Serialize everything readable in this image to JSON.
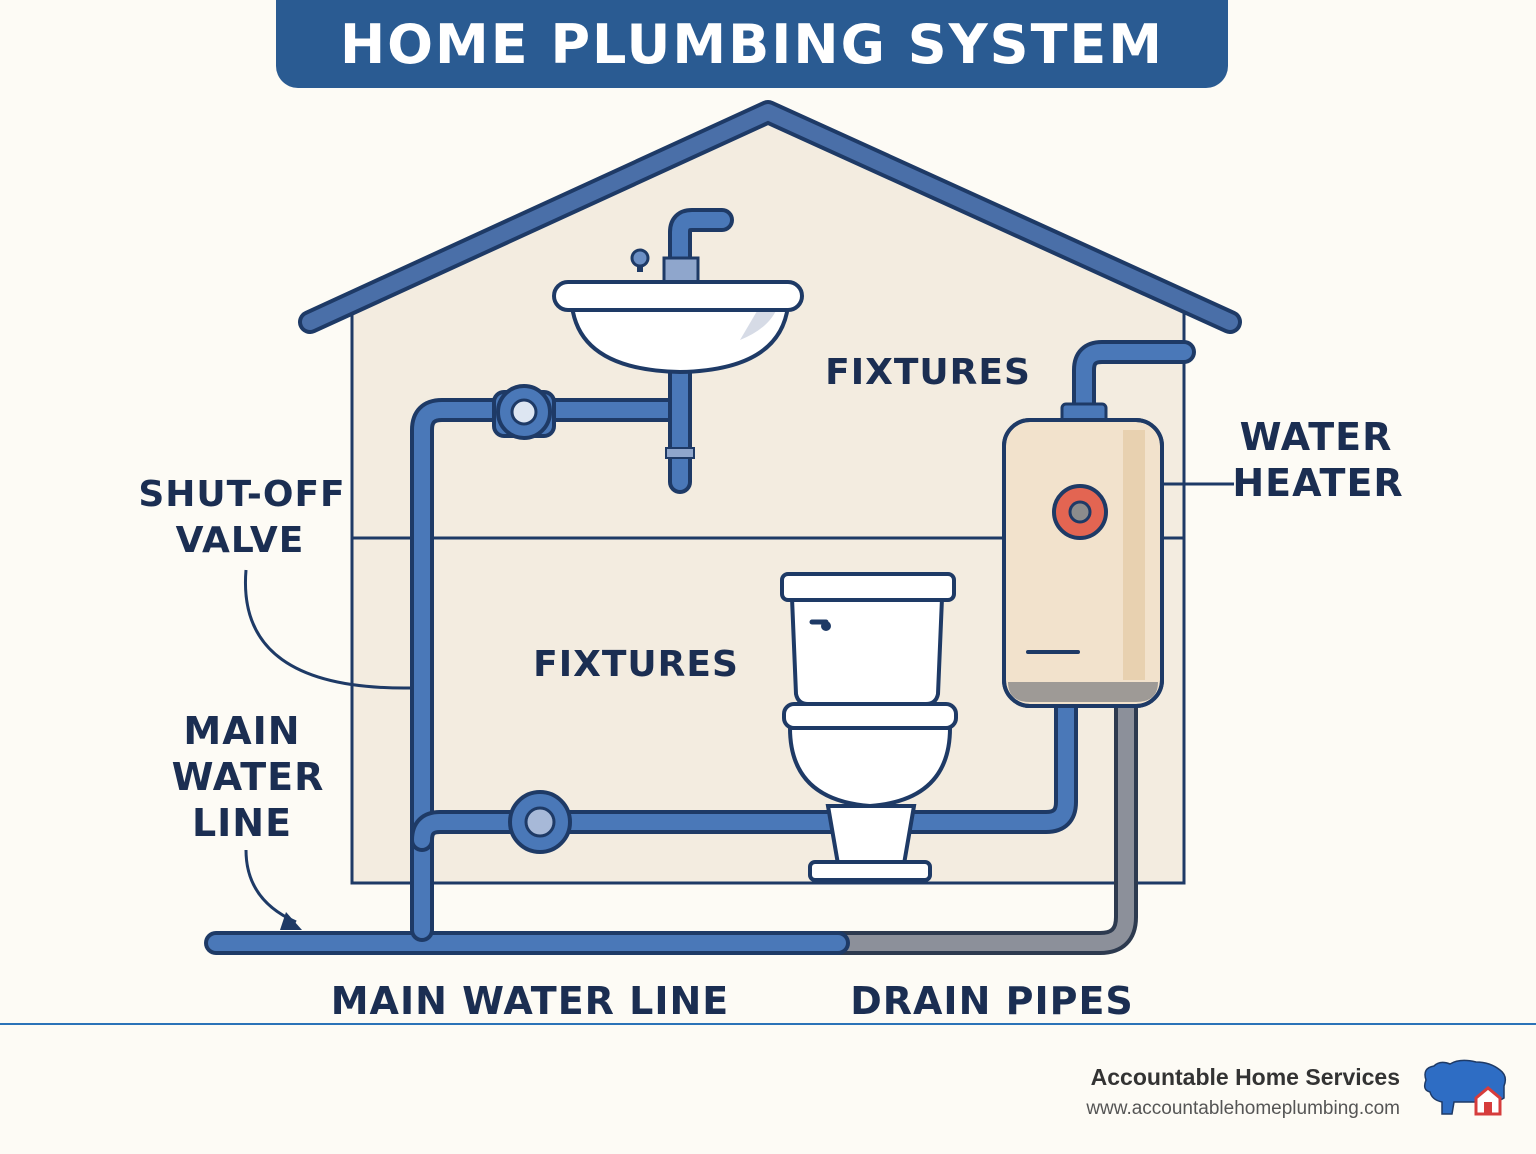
{
  "title": "HOME PLUMBING SYSTEM",
  "labels": {
    "fixtures_upper": "FIXTURES",
    "fixtures_lower": "FIXTURES",
    "water_heater_line1": "WATER",
    "water_heater_line2": "HEATER",
    "shutoff_line1": "SHUT-OFF",
    "shutoff_line2": "VALVE",
    "main_left_line1": "MAIN",
    "main_left_line2": "WATER",
    "main_left_line3": "LINE",
    "main_water_line": "MAIN WATER LINE",
    "drain_pipes": "DRAIN PIPES"
  },
  "footer": {
    "company": "Accountable Home Services",
    "url": "www.accountablehomeplumbing.com"
  },
  "colors": {
    "title_bg": "#2a5b92",
    "water_pipe": "#4a78b8",
    "drain_pipe": "#8c909a",
    "outline": "#1e3a66",
    "wall": "#f3ece0"
  }
}
